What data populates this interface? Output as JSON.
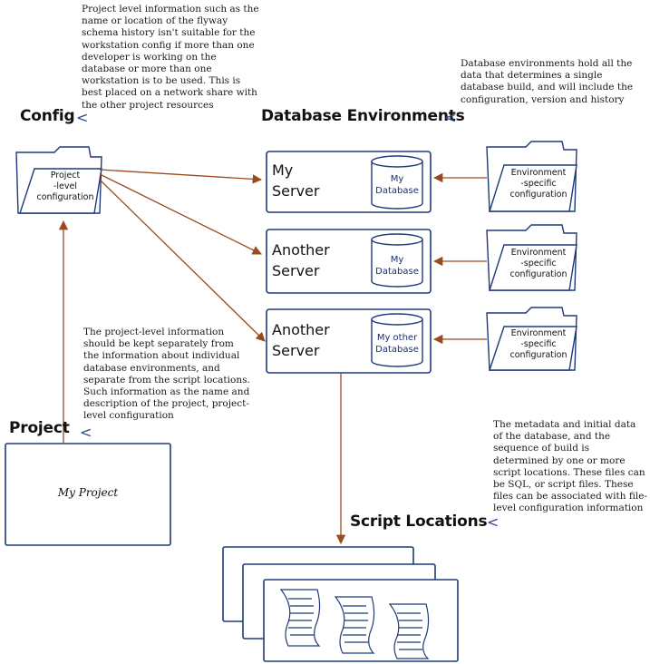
{
  "headings": {
    "config": "Config",
    "database_environments": "Database Environments",
    "project": "Project",
    "script_locations": "Script Locations"
  },
  "notes": {
    "config_note": "Project level information such as the name or location of the flyway schema history isn't suitable for the workstation config if more than one developer is working on the database or more than one workstation is to be used. This is best placed on a network share with the other project resources",
    "db_env_note": "Database environments hold all the data that determines a single database build, and will include the configuration, version and history",
    "project_note": "The project-level information should be kept separately from the information about individual database environments, and separate from the script locations. Such information as the name and description of the project, project-level configuration",
    "script_note": "The metadata and initial data of the database, and the sequence of build is determined by one or more script locations. These files can be SQL, or script files. These files can be associated with file-level configuration information"
  },
  "config_folder": {
    "line1": "Project",
    "line2": "-level",
    "line3": "configuration"
  },
  "servers": [
    {
      "name_line1": "My",
      "name_line2": "Server",
      "db_line1": "My",
      "db_line2": "Database"
    },
    {
      "name_line1": "Another",
      "name_line2": "Server",
      "db_line1": "My",
      "db_line2": "Database"
    },
    {
      "name_line1": "Another",
      "name_line2": "Server",
      "db_line1": "My other",
      "db_line2": "Database"
    }
  ],
  "env_folders": [
    {
      "line1": "Environment",
      "line2": "-specific",
      "line3": "configuration"
    },
    {
      "line1": "Environment",
      "line2": "-specific",
      "line3": "configuration"
    },
    {
      "line1": "Environment",
      "line2": "-specific",
      "line3": "configuration"
    }
  ],
  "project_box": {
    "label": "My Project"
  },
  "colors": {
    "box_stroke": "#1f3a7a",
    "arrow": "#9a4a1f",
    "chevron": "#2b4a8a"
  },
  "icons": {
    "chevron": "chevron-left-icon",
    "database": "database-cylinder-icon",
    "folder": "folder-icon",
    "script_file": "script-file-icon"
  }
}
